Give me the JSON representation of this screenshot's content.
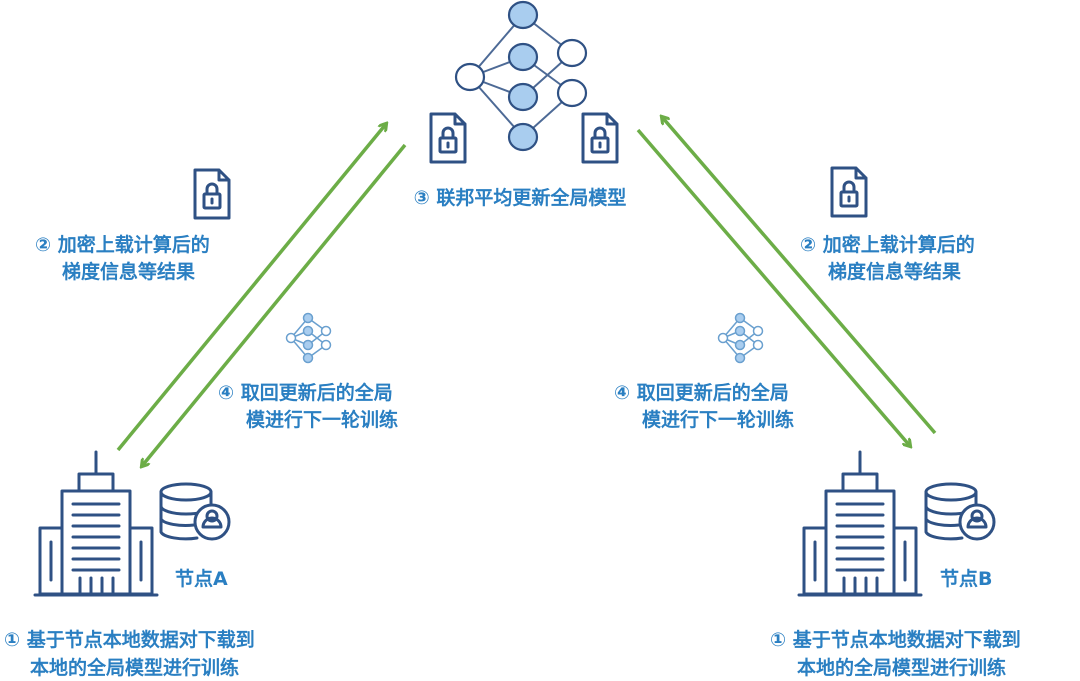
{
  "colors": {
    "text": "#2a7fc2",
    "icon": "#2f5184",
    "arrow": "#6cad47",
    "node_fill": "#a9cdef"
  },
  "center": {
    "label": "③ 联邦平均更新全局模型"
  },
  "upload_left": {
    "line1": "② 加密上载计算后的",
    "line2": "梯度信息等结果"
  },
  "upload_right": {
    "line1": "② 加密上载计算后的",
    "line2": "梯度信息等结果"
  },
  "retrieve_left": {
    "line1": "④ 取回更新后的全局",
    "line2": "模进行下一轮训练"
  },
  "retrieve_right": {
    "line1": "④ 取回更新后的全局",
    "line2": "模进行下一轮训练"
  },
  "node_a": {
    "label": "节点A",
    "line1": "① 基于节点本地数据对下载到",
    "line2": "本地的全局模型进行训练"
  },
  "node_b": {
    "label": "节点B",
    "line1": "① 基于节点本地数据对下载到",
    "line2": "本地的全局模型进行训练"
  }
}
